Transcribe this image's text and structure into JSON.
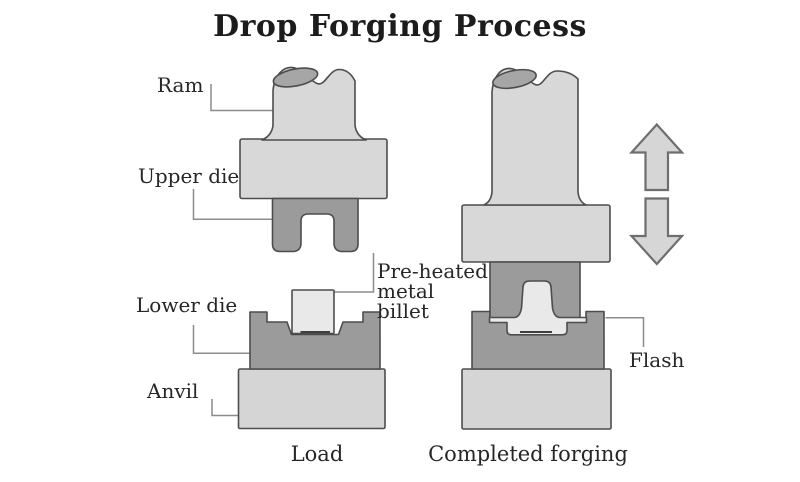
{
  "title": "Drop Forging Process",
  "diagram": {
    "labels": {
      "ram": "Ram",
      "upper_die": "Upper die",
      "lower_die": "Lower die",
      "anvil": "Anvil",
      "billet": "Pre-heated metal billet",
      "flash": "Flash"
    },
    "stages": {
      "left": "Load",
      "right": "Completed forging"
    },
    "icons": {
      "motion": [
        "up-arrow",
        "down-arrow"
      ]
    },
    "colors": {
      "body_light": "#d8d8d8",
      "die_dark": "#9b9b9b",
      "billet": "#e9e9e9",
      "anvil": "#d5d5d5",
      "shaft_top": "#a6a6a6",
      "outline": "#4d4d4d",
      "leader": "#8c8c8c",
      "arrow_fill": "#d6d6d6",
      "arrow_stroke": "#6e6e6e",
      "text": "#262626",
      "background": "#ffffff"
    }
  }
}
